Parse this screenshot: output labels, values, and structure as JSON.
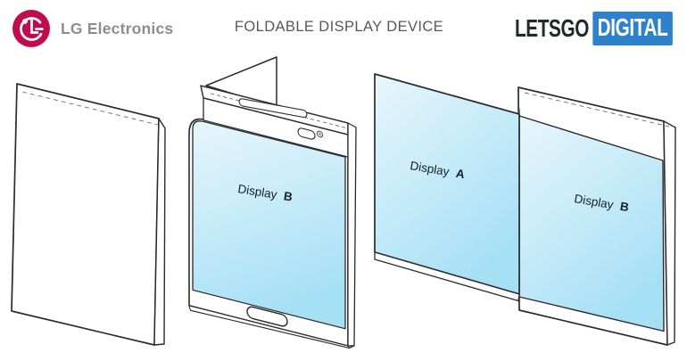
{
  "header": {
    "brand": {
      "name": "LG Electronics"
    },
    "title": "FOLDABLE DISPLAY DEVICE",
    "site": {
      "letsgo": "LETSGO",
      "digital": "DIGITAL"
    }
  },
  "figures": {
    "folded_front_view": {
      "label": {
        "word": "Display",
        "letter": "B"
      }
    },
    "unfolded_view": {
      "display_a": {
        "word": "Display",
        "letter": "A"
      },
      "display_b": {
        "word": "Display",
        "letter": "B"
      }
    }
  },
  "colors": {
    "lg_crimson": "#c00c4e",
    "brand_text_gray": "#8b8e91",
    "title_gray": "#57585a",
    "letsgo_dark": "#23282d",
    "digital_blue": "#2e82cb",
    "screen_blue_light": "#e8f6fc",
    "screen_blue_deep": "#a6e0f5",
    "outline_dark": "#2b2b2b",
    "fold_line": "#455a64"
  }
}
